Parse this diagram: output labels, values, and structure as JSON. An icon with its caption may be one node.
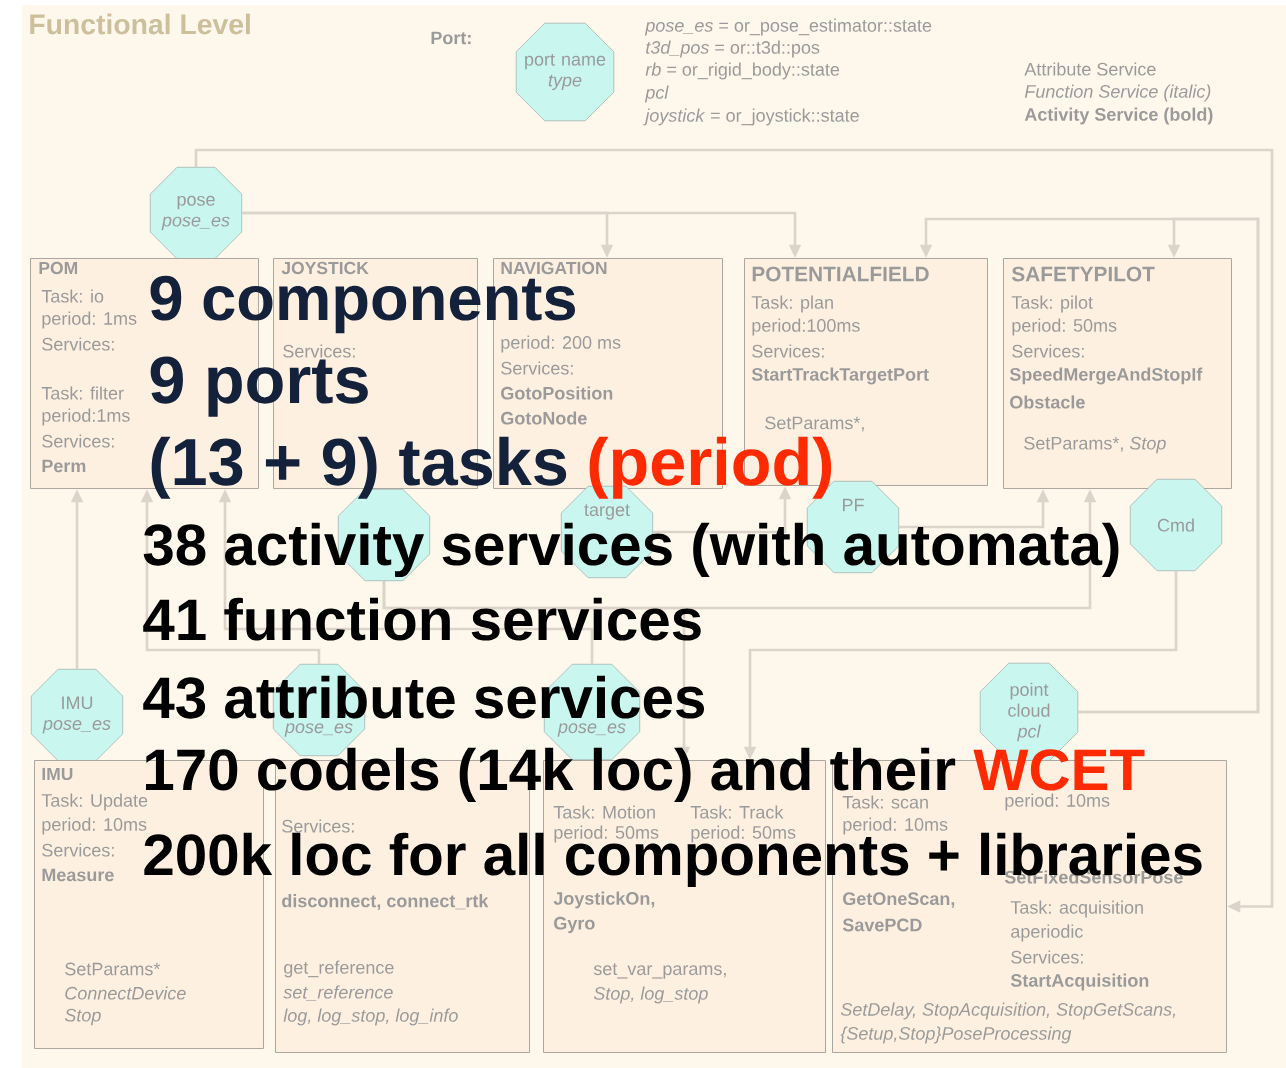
{
  "diagram": {
    "title": "Functional Level",
    "nodes": [
      {
        "text": [
          "port name",
          "type"
        ]
      },
      {
        "text": [
          "pose",
          "pose_es"
        ]
      },
      {
        "text": [
          "POM",
          "Task: io",
          "period: 1ms",
          "Services:",
          "Task: filter",
          "period:1ms",
          "Services:",
          "Perm"
        ]
      },
      {
        "text": [
          "JOYSTICK",
          "Services:"
        ]
      },
      {
        "text": [
          "NAVIGATION",
          "period: 200 ms",
          "Services:",
          "GotoPosition",
          "GotoNode"
        ]
      },
      {
        "text": [
          "POTENTIALFIELD",
          "Task: plan",
          "period:100ms",
          "Services:",
          "StartTrackTargetPort",
          "SetParams*,"
        ]
      },
      {
        "text": [
          "SAFETYPILOT",
          "Task: pilot",
          "period: 50ms",
          "Services:",
          "SpeedMergeAndStopIf",
          "Obstacle",
          "SetParams*, *Stop*"
        ]
      },
      {
        "text": [],
        "shape": "octagon"
      },
      {
        "text": [
          "target"
        ]
      },
      {
        "text": [
          "PF"
        ]
      },
      {
        "text": [
          "Cmd"
        ]
      },
      {
        "text": [
          "IMU",
          "pose_es"
        ]
      },
      {
        "text": [
          "pose_es"
        ]
      },
      {
        "text": [
          "pose_es"
        ]
      },
      {
        "text": [
          "point cloud",
          "pcl"
        ]
      },
      {
        "text": [
          "IMU",
          "Task: Update",
          "period: 10ms",
          "Services:",
          "Measure",
          "SetParams*",
          "ConnectDevice",
          "Stop"
        ]
      },
      {
        "text": [
          "Services:",
          "disconnect, connect_rtk",
          "get_reference",
          "set_reference",
          "log, log_stop, log_info"
        ]
      },
      {
        "text": [
          "Task: Motion",
          "period: 50ms",
          "Task: Track",
          "period: 50ms",
          "JoystickOn,",
          "Gyro",
          "set_var_params,",
          "Stop, log_stop"
        ]
      },
      {
        "text": [
          "Task: scan",
          "period: 10ms",
          "GetOneScan,",
          "SavePCD",
          "period: 10ms",
          "SetFixedSensorPose",
          "Task: acquisition",
          "aperiodic",
          "Services:",
          "StartAcquisition",
          "SetDelay, StopAcquisition, StopGetScans,",
          "{Setup,Stop}PoseProcessing"
        ]
      }
    ],
    "edges": [
      {
        "from": 1,
        "to": 4,
        "arrow": "to"
      },
      {
        "from": 1,
        "to": 5,
        "arrow": "to"
      },
      {
        "from": 1,
        "to": 18,
        "arrow": "to"
      },
      {
        "from": 14,
        "to": 5,
        "arrow": "to"
      },
      {
        "from": 14,
        "to": 6,
        "arrow": "to"
      },
      {
        "from": 11,
        "to": 2,
        "arrow": "to"
      },
      {
        "from": 12,
        "to": 2,
        "arrow": "to"
      },
      {
        "from": 13,
        "to": 2,
        "arrow": "to"
      },
      {
        "from": 7,
        "to": 6,
        "arrow": "to"
      },
      {
        "from": 7,
        "to": 17,
        "arrow": "to"
      },
      {
        "from": 8,
        "to": 5,
        "arrow": "to"
      },
      {
        "from": 9,
        "to": 6,
        "arrow": "to"
      },
      {
        "from": 10,
        "to": 17,
        "arrow": "to"
      }
    ],
    "labels": [
      "Port:",
      "*pose_es* = or_pose_estimator::state",
      "*t3d_pos* = or::t3d::pos",
      "*rb* = or_rigid_body::state",
      "pcl",
      "*joystick* = or_joystick::state",
      "Attribute Service",
      "Function Service (italic)",
      "Activity Service (bold)",
      "9 components",
      "9 ports",
      "(13 + 9) tasks",
      "(period)",
      "38 activity services (with automata)",
      "41 function services",
      "43 attribute services",
      "170 codels (14k loc) and their",
      "WCET",
      "200k loc for all components + libraries"
    ]
  }
}
